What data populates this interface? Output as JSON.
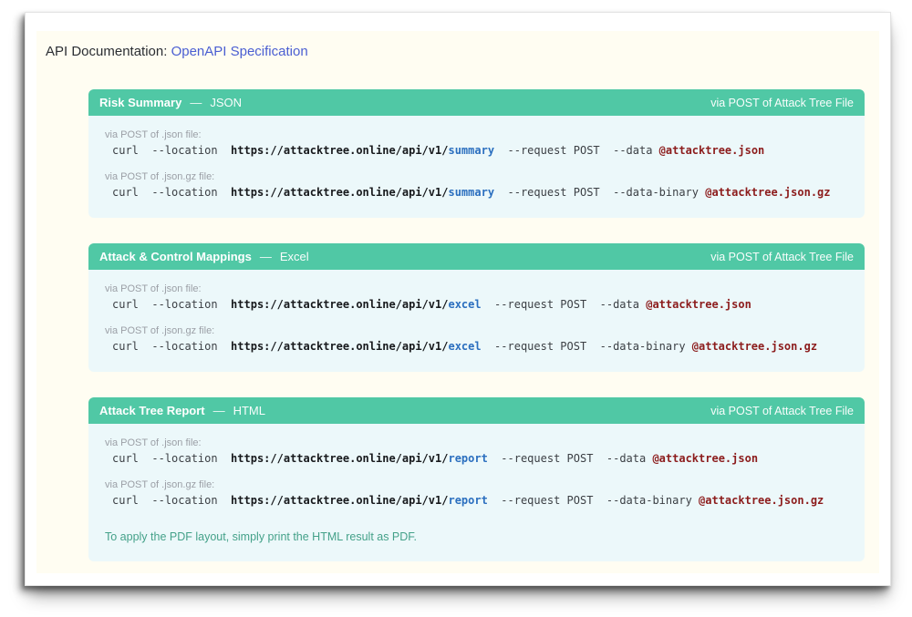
{
  "page": {
    "title_prefix": "API Documentation: ",
    "title_link": "OpenAPI Specification"
  },
  "colors": {
    "section_header_bg": "#50c8a5",
    "section_body_bg": "#ecf8fa",
    "panel_bg": "#fffdf2",
    "title_link_blue": "#4a5ed2",
    "endpoint_blue": "#2b6fbf",
    "file_arg_red": "#8c1c1c",
    "note_green": "#44a189"
  },
  "sections": [
    {
      "title": "Risk Summary",
      "dash": "—",
      "format": "JSON",
      "badge": "via POST of Attack Tree File",
      "commands": [
        {
          "label": "via POST of .json file:",
          "prefix": "curl  --location  ",
          "url_base": "https://attacktree.online/api/v1/",
          "endpoint": "summary",
          "middle": "  --request POST  --data ",
          "file": "@attacktree.json"
        },
        {
          "label": "via POST of .json.gz file:",
          "prefix": "curl  --location  ",
          "url_base": "https://attacktree.online/api/v1/",
          "endpoint": "summary",
          "middle": "  --request POST  --data-binary ",
          "file": "@attacktree.json.gz"
        }
      ]
    },
    {
      "title": "Attack & Control Mappings",
      "dash": "—",
      "format": "Excel",
      "badge": "via POST of Attack Tree File",
      "commands": [
        {
          "label": "via POST of .json file:",
          "prefix": "curl  --location  ",
          "url_base": "https://attacktree.online/api/v1/",
          "endpoint": "excel",
          "middle": "  --request POST  --data ",
          "file": "@attacktree.json"
        },
        {
          "label": "via POST of .json.gz file:",
          "prefix": "curl  --location  ",
          "url_base": "https://attacktree.online/api/v1/",
          "endpoint": "excel",
          "middle": "  --request POST  --data-binary ",
          "file": "@attacktree.json.gz"
        }
      ]
    },
    {
      "title": "Attack Tree Report",
      "dash": "—",
      "format": "HTML",
      "badge": "via POST of Attack Tree File",
      "commands": [
        {
          "label": "via POST of .json file:",
          "prefix": "curl  --location  ",
          "url_base": "https://attacktree.online/api/v1/",
          "endpoint": "report",
          "middle": "  --request POST  --data ",
          "file": "@attacktree.json"
        },
        {
          "label": "via POST of .json.gz file:",
          "prefix": "curl  --location  ",
          "url_base": "https://attacktree.online/api/v1/",
          "endpoint": "report",
          "middle": "  --request POST  --data-binary ",
          "file": "@attacktree.json.gz"
        }
      ],
      "note": "To apply the PDF layout, simply print the HTML result as PDF."
    }
  ]
}
